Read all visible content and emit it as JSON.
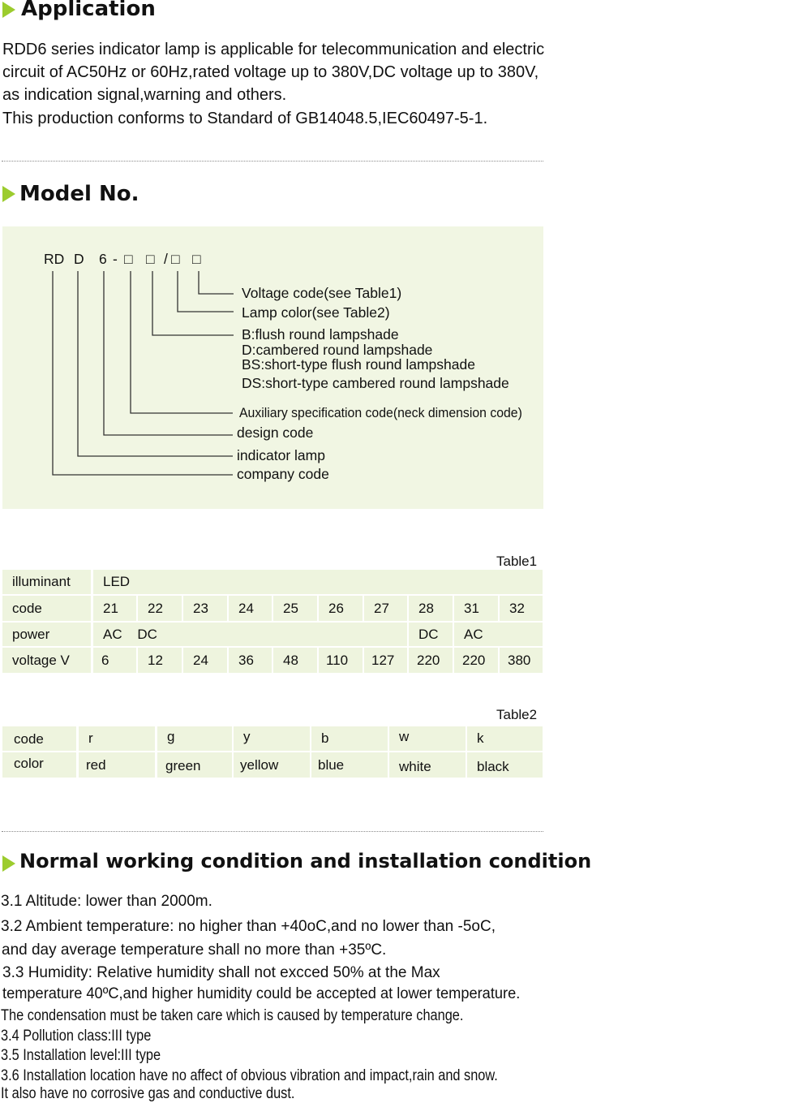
{
  "application": {
    "heading": "Application",
    "lines": [
      "RDD6 series indicator lamp is applicable for telecommunication and electric",
      "circuit of AC50Hz or 60Hz,rated voltage up to 380V,DC voltage up to 380V,",
      "as indication signal,warning and others.",
      "This production conforms to Standard of GB14048.5,IEC60497-5-1."
    ]
  },
  "model": {
    "heading": "Model No.",
    "code_parts": [
      "RD",
      "D",
      "6",
      "-",
      "□",
      "□",
      "/",
      "□",
      "□"
    ],
    "labels": [
      "Voltage code(see Table1)",
      "Lamp color(see Table2)",
      "B:flush round lampshade",
      "D:cambered round lampshade",
      "BS:short-type flush round lampshade",
      "DS:short-type cambered round lampshade",
      "Auxiliary specification code(neck dimension code)",
      "design code",
      "indicator lamp",
      "company code"
    ]
  },
  "table1": {
    "caption": "Table1",
    "illuminant_label": "illuminant",
    "illuminant_value": "LED",
    "code_label": "code",
    "codes": [
      "21",
      "22",
      "23",
      "24",
      "25",
      "26",
      "27",
      "28",
      "31",
      "32"
    ],
    "power_label": "power",
    "power_values": [
      "AC",
      "DC",
      "DC",
      "AC"
    ],
    "voltage_label": "voltage V",
    "voltages": [
      "6",
      "12",
      "24",
      "36",
      "48",
      "110",
      "127",
      "220",
      "220",
      "380"
    ]
  },
  "table2": {
    "caption": "Table2",
    "code_label": "code",
    "codes": [
      "r",
      "g",
      "y",
      "b",
      "w",
      "k"
    ],
    "color_label": "color",
    "colors": [
      "red",
      "green",
      "yellow",
      "blue",
      "white",
      "black"
    ]
  },
  "conditions": {
    "heading": "Normal working condition and installation condition",
    "lines": [
      "3.1 Altitude: lower than 2000m.",
      "3.2 Ambient temperature: no higher than +40oC,and no lower than -5oC,",
      "and day average temperature shall no more than +35ºC.",
      "3.3 Humidity: Relative humidity shall not excced 50% at the Max",
      "temperature 40ºC,and higher humidity could be accepted at lower temperature.",
      "The condensation must be taken care which is caused by temperature change.",
      "3.4 Pollution class:III type",
      "3.5 Installation level:III type",
      "3.6 Installation location have no affect of obvious vibration and impact,rain and snow.",
      "It also have no corrosive gas and conductive dust."
    ]
  },
  "colors": {
    "accent": "#9ccc2e",
    "panel": "#f1f6e3",
    "cell": "#eef4de"
  }
}
